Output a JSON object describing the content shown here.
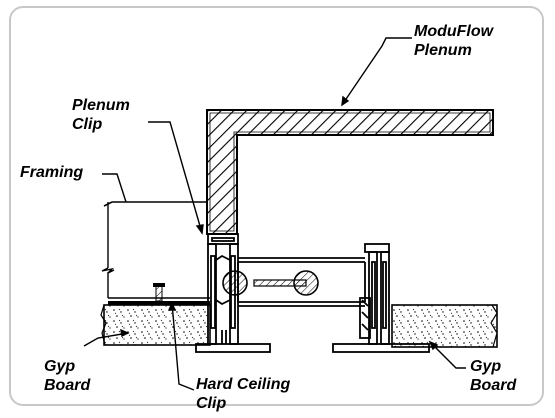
{
  "labels": {
    "moduflow_plenum": [
      "ModuFlow",
      "Plenum"
    ],
    "plenum_clip": [
      "Plenum",
      "Clip"
    ],
    "framing": [
      "Framing"
    ],
    "gyp_board_left": [
      "Gyp",
      "Board"
    ],
    "hard_ceiling_clip": [
      "Hard Ceiling",
      "Clip"
    ],
    "gyp_board_right": [
      "Gyp",
      "Board"
    ]
  }
}
